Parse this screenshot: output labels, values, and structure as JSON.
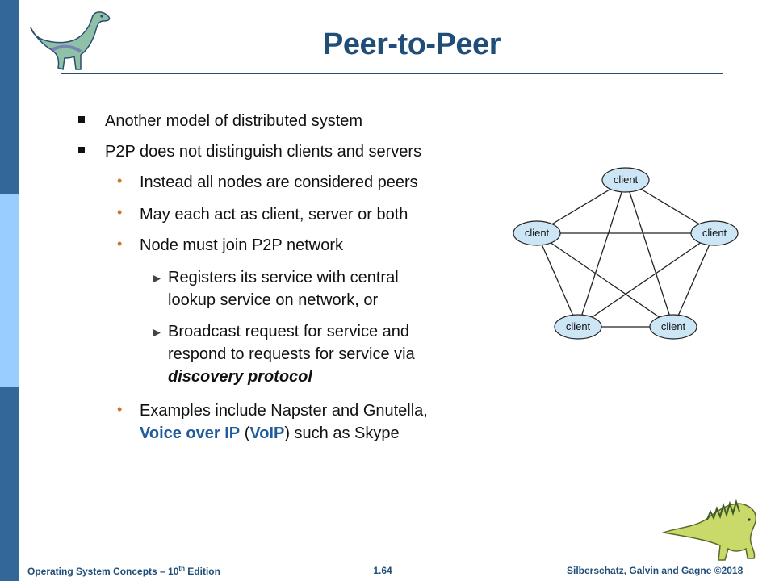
{
  "slide": {
    "title": "Peer-to-Peer",
    "bullets": [
      {
        "level": 1,
        "text": "Another model of distributed system"
      },
      {
        "level": 1,
        "text": "P2P does not distinguish clients and servers"
      },
      {
        "level": 2,
        "text": "Instead all nodes are considered peers"
      },
      {
        "level": 2,
        "text": "May each act as client, server or both"
      },
      {
        "level": 2,
        "text": "Node must join P2P network"
      },
      {
        "level": 3,
        "lines": [
          "Registers its service with central",
          "lookup service on network, or"
        ]
      },
      {
        "level": 3,
        "lines": [
          "Broadcast request for service and",
          "respond to requests for service via"
        ],
        "emphasis": "discovery protocol"
      },
      {
        "level": 2,
        "line1": "Examples include Napster and Gnutella,",
        "line2_parts": [
          "Voice over IP",
          " (",
          "VoIP",
          ") such as Skype"
        ]
      }
    ]
  },
  "diagram": {
    "nodes": [
      "client",
      "client",
      "client",
      "client",
      "client"
    ],
    "colors": {
      "node_fill": "#cde6f6",
      "node_stroke": "#222222",
      "edge": "#222222"
    }
  },
  "footer": {
    "left_prefix": "Operating System Concepts – 10",
    "left_sup": "th",
    "left_suffix": " Edition",
    "page": "1.64",
    "right": "Silberschatz, Galvin and Gagne ©2018"
  },
  "colors": {
    "sidebar": "#336699",
    "sidebar_light": "#99ccff",
    "title": "#1f4e79",
    "bullet_dot": "#c8781e",
    "highlight": "#1f5c99"
  },
  "icons": [
    "dinosaur-logo-icon",
    "dinosaur-corner-icon"
  ]
}
